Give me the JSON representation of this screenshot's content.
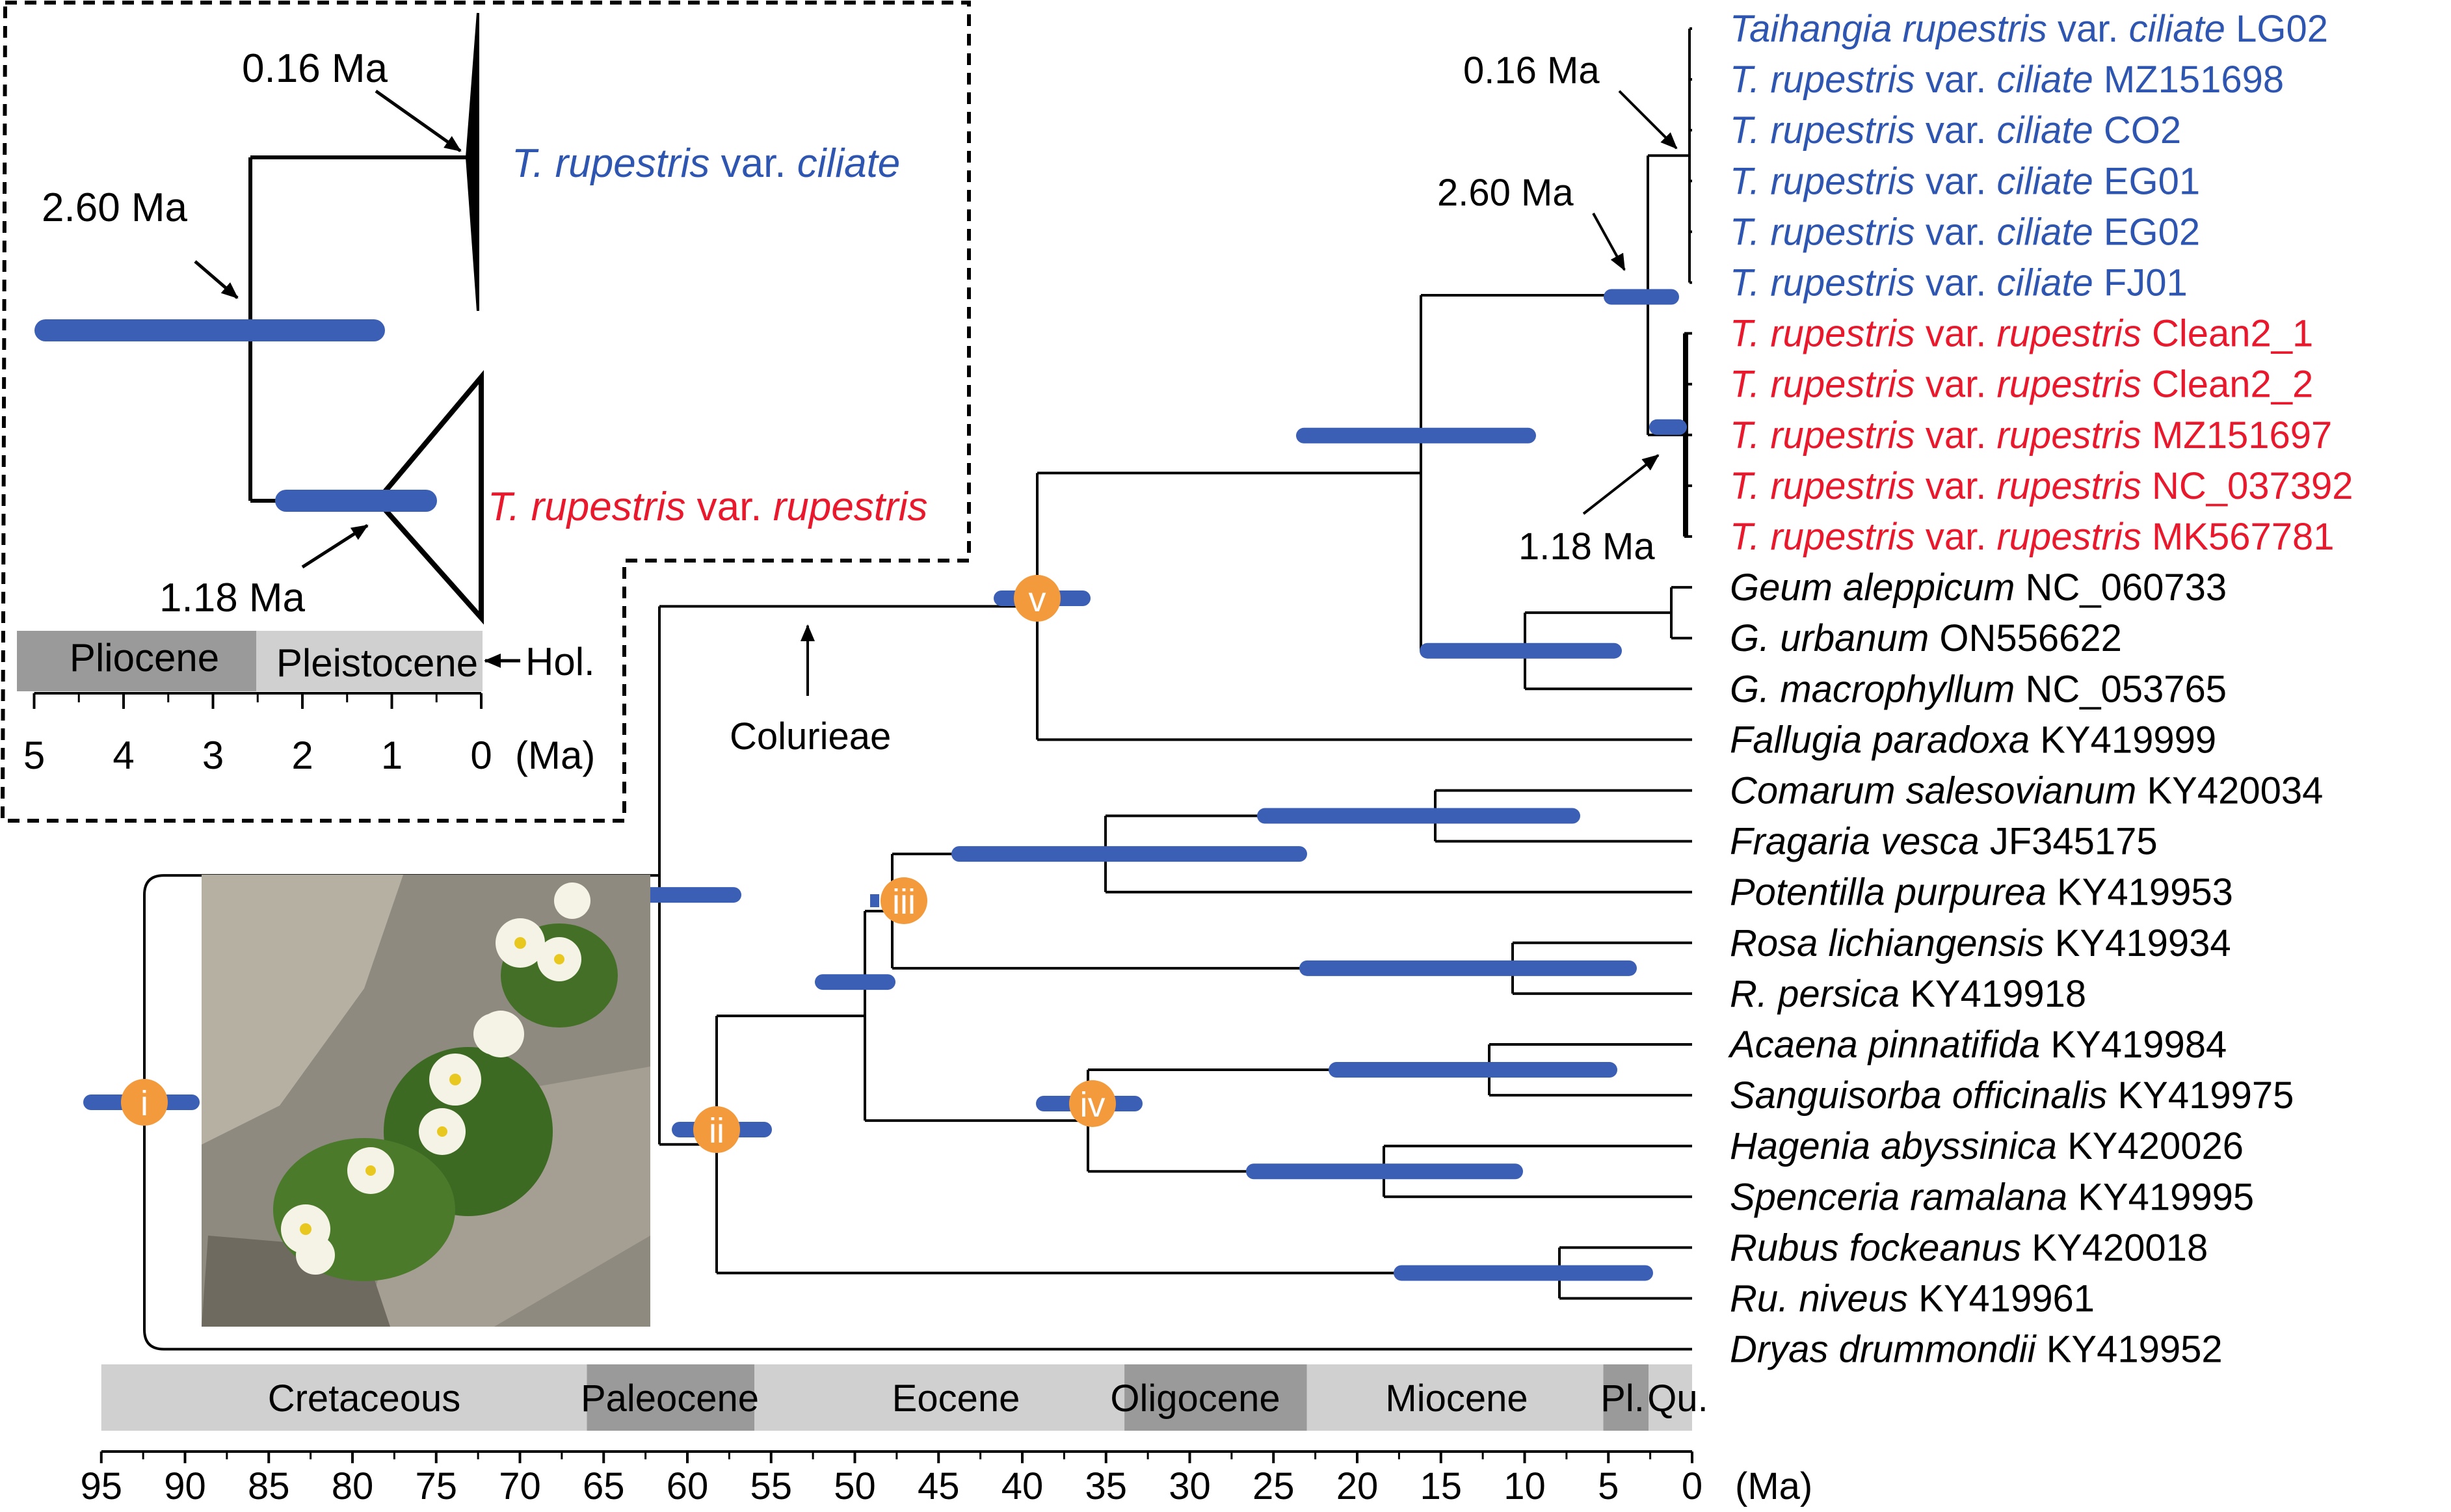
{
  "colors": {
    "bar": "#3b5fb5",
    "node": "#f39a3d",
    "blue_label": "#2e55b0",
    "red_label": "#e8192c",
    "epoch_light": "#d0d0d0",
    "epoch_dark": "#9a9a9a"
  },
  "taxa": [
    {
      "id": "t01",
      "italic": "Taihangia rupestris",
      "mid": " var. ",
      "italic2": "ciliate",
      "code": " LG02",
      "color": "blue"
    },
    {
      "id": "t02",
      "italic": "T. rupestris",
      "mid": " var. ",
      "italic2": "ciliate",
      "code": "  MZ151698",
      "color": "blue"
    },
    {
      "id": "t03",
      "italic": "T. rupestris",
      "mid": " var. ",
      "italic2": "ciliate",
      "code": " CO2",
      "color": "blue"
    },
    {
      "id": "t04",
      "italic": "T. rupestris",
      "mid": " var. ",
      "italic2": "ciliate",
      "code": " EG01",
      "color": "blue"
    },
    {
      "id": "t05",
      "italic": "T. rupestris",
      "mid": " var. ",
      "italic2": "ciliate",
      "code": " EG02",
      "color": "blue"
    },
    {
      "id": "t06",
      "italic": "T. rupestris",
      "mid": " var. ",
      "italic2": "ciliate",
      "code": " FJ01",
      "color": "blue"
    },
    {
      "id": "t07",
      "italic": "T. rupestris",
      "mid": " var. ",
      "italic2": "rupestris",
      "code": " Clean2_1",
      "color": "red"
    },
    {
      "id": "t08",
      "italic": "T. rupestris",
      "mid": " var. ",
      "italic2": "rupestris",
      "code": " Clean2_2",
      "color": "red"
    },
    {
      "id": "t09",
      "italic": "T. rupestris",
      "mid": " var. ",
      "italic2": "rupestris",
      "code": " MZ151697",
      "color": "red"
    },
    {
      "id": "t10",
      "italic": "T. rupestris",
      "mid": " var. ",
      "italic2": "rupestris",
      "code": " NC_037392",
      "color": "red"
    },
    {
      "id": "t11",
      "italic": "T. rupestris",
      "mid": " var. ",
      "italic2": "rupestris",
      "code": " MK567781",
      "color": "red"
    },
    {
      "id": "t12",
      "italic": "Geum aleppicum",
      "mid": "",
      "italic2": "",
      "code": " NC_060733",
      "color": "black"
    },
    {
      "id": "t13",
      "italic": "G. urbanum",
      "mid": "",
      "italic2": "",
      "code": " ON556622",
      "color": "black"
    },
    {
      "id": "t14",
      "italic": "G. macrophyllum",
      "mid": "",
      "italic2": "",
      "code": " NC_053765",
      "color": "black"
    },
    {
      "id": "t15",
      "italic": "Fallugia paradoxa",
      "mid": "",
      "italic2": "",
      "code": " KY419999",
      "color": "black"
    },
    {
      "id": "t16",
      "italic": "Comarum salesovianum",
      "mid": "",
      "italic2": "",
      "code": " KY420034",
      "color": "black"
    },
    {
      "id": "t17",
      "italic": "Fragaria vesca",
      "mid": "",
      "italic2": "",
      "code": " JF345175",
      "color": "black"
    },
    {
      "id": "t18",
      "italic": "Potentilla purpurea",
      "mid": "",
      "italic2": "",
      "code": " KY419953",
      "color": "black"
    },
    {
      "id": "t19",
      "italic": "Rosa lichiangensis",
      "mid": "",
      "italic2": "",
      "code": " KY419934",
      "color": "black"
    },
    {
      "id": "t20",
      "italic": "R. persica",
      "mid": "",
      "italic2": "",
      "code": " KY419918",
      "color": "black"
    },
    {
      "id": "t21",
      "italic": "Acaena pinnatifida",
      "mid": "",
      "italic2": "",
      "code": " KY419984",
      "color": "black"
    },
    {
      "id": "t22",
      "italic": "Sanguisorba officinalis",
      "mid": "",
      "italic2": "",
      "code": " KY419975",
      "color": "black"
    },
    {
      "id": "t23",
      "italic": "Hagenia abyssinica",
      "mid": "",
      "italic2": "",
      "code": " KY420026",
      "color": "black"
    },
    {
      "id": "t24",
      "italic": "Spenceria ramalana",
      "mid": "",
      "italic2": "",
      "code": " KY419995",
      "color": "black"
    },
    {
      "id": "t25",
      "italic": "Rubus fockeanus",
      "mid": "",
      "italic2": "",
      "code": " KY420018",
      "color": "black"
    },
    {
      "id": "t26",
      "italic": "Ru. niveus",
      "mid": "",
      "italic2": "",
      "code": " KY419961",
      "color": "black"
    },
    {
      "id": "t27",
      "italic": "Dryas drummondii",
      "mid": "",
      "italic2": "",
      "code": " KY419952",
      "color": "black"
    }
  ],
  "node_labels": {
    "i": "i",
    "ii": "ii",
    "iii": "iii",
    "iv": "iv",
    "v": "v"
  },
  "annotations": {
    "main_016": "0.16 Ma",
    "main_260": "2.60 Ma",
    "main_118": "1.18 Ma",
    "colurieae": "Colurieae"
  },
  "epochs": [
    {
      "name": "Cretaceous",
      "shade": "light"
    },
    {
      "name": "Paleocene",
      "shade": "dark"
    },
    {
      "name": "Eocene",
      "shade": "light"
    },
    {
      "name": "Oligocene",
      "shade": "dark"
    },
    {
      "name": "Miocene",
      "shade": "light"
    },
    {
      "name": "Pl.",
      "shade": "dark"
    },
    {
      "name": "Qu.",
      "shade": "light"
    }
  ],
  "axis": {
    "ticks": [
      "95",
      "90",
      "85",
      "80",
      "75",
      "70",
      "65",
      "60",
      "55",
      "50",
      "45",
      "40",
      "35",
      "30",
      "25",
      "20",
      "15",
      "10",
      "5",
      "0"
    ],
    "unit": "(Ma)"
  },
  "inset": {
    "label_016": "0.16 Ma",
    "label_260": "2.60 Ma",
    "label_118": "1.18 Ma",
    "ciliate_italic1": "T. rupestris",
    "ciliate_mid": " var. ",
    "ciliate_italic2": "ciliate",
    "rupestris_italic1": "T. rupestris",
    "rupestris_mid": " var. ",
    "rupestris_italic2": "rupestris",
    "epochs": [
      "Pliocene",
      "Pleistocene"
    ],
    "hol": "Hol.",
    "ticks": [
      "5",
      "4",
      "3",
      "2",
      "1",
      "0"
    ],
    "unit": "(Ma)"
  }
}
